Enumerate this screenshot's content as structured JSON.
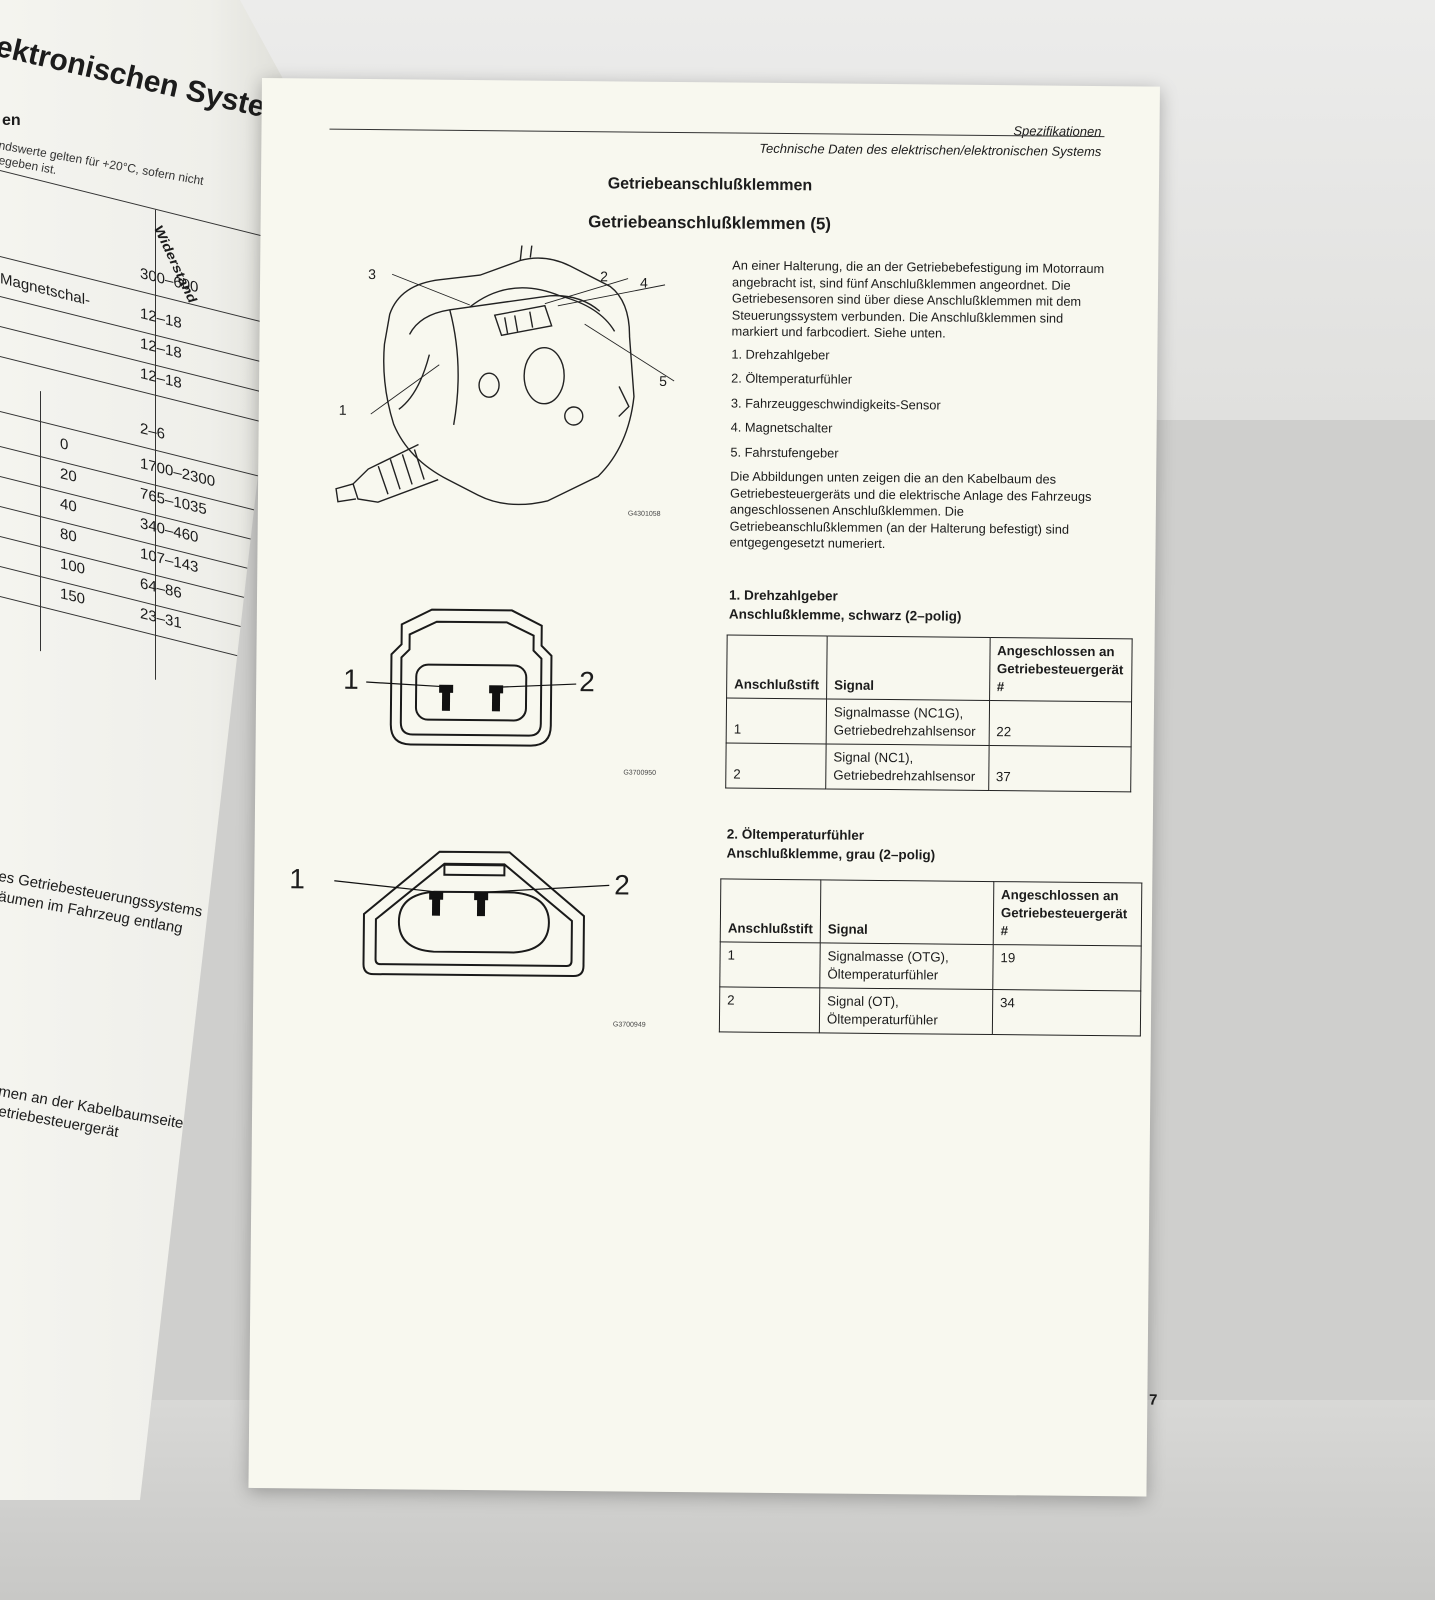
{
  "left_page": {
    "title_fragment": "lektronischen Systems",
    "subtitle_fragment": "en",
    "note_lines": [
      "ndswerte gelten für +20°C, sofern nicht",
      "egeben ist."
    ],
    "table_header": "Widerstand",
    "table_rows": [
      {
        "a": "",
        "b": "300–600"
      },
      {
        "a": "Magnetschal-",
        "b": "12–18"
      },
      {
        "a": "",
        "b": "12–18"
      },
      {
        "a": "",
        "b": "12–18"
      },
      {
        "a": "",
        "b": "2–6"
      },
      {
        "a": "0",
        "b": "1700–2300"
      },
      {
        "a": "20",
        "b": "765–1035"
      },
      {
        "a": "40",
        "b": "340–460"
      },
      {
        "a": "80",
        "b": "107–143"
      },
      {
        "a": "100",
        "b": "64–86"
      },
      {
        "a": "150",
        "b": "23–31"
      }
    ],
    "text_block_1": [
      "es Getriebesteuerungssystems",
      "äumen im Fahrzeug entlang"
    ],
    "text_block_2": [
      "men an der Kabelbaumseite",
      "etriebesteuergerät"
    ]
  },
  "header": {
    "section": "Spezifikationen",
    "subsection": "Technische Daten des elektrischen/elektronischen Systems"
  },
  "main_title": "Getriebeanschlußklemmen",
  "sub_title": "Getriebeanschlußklemmen (5)",
  "figure1": {
    "code": "G4301058",
    "callouts": [
      "1",
      "2",
      "3",
      "4",
      "5"
    ]
  },
  "connector1": {
    "code": "G3700950",
    "pin1": "1",
    "pin2": "2"
  },
  "connector2": {
    "code": "G3700949",
    "pin1": "1",
    "pin2": "2"
  },
  "intro_text": "An einer Halterung, die an der Getriebebefestigung im Motorraum angebracht ist, sind fünf Anschlußklemmen angeordnet. Die Getriebesensoren sind über diese Anschlußklemmen mit dem Steuerungssystem verbunden. Die Anschlußklemmen sind markiert und farbcodiert. Siehe unten.",
  "list": [
    "1. Drehzahlgeber",
    "2. Öltemperaturfühler",
    "3. Fahrzeuggeschwindigkeits-Sensor",
    "4. Magnetschalter",
    "5. Fahrstufengeber"
  ],
  "description_text": "Die Abbildungen unten zeigen die an den Kabelbaum des Getriebesteuergeräts und die elektrische Anlage des Fahrzeugs angeschlossenen Anschlußklemmen. Die Getriebeanschlußklemmen (an der Halterung befestigt) sind entgegengesetzt numeriert.",
  "section1": {
    "title": "1. Drehzahlgeber",
    "subtitle": "Anschlußklemme, schwarz (2–polig)",
    "headers": [
      "Anschlußstift",
      "Signal",
      "Angeschlossen an Getriebesteuergerät #"
    ],
    "rows": [
      [
        "1",
        "Signalmasse (NC1G), Getriebedrehzahlsensor",
        "22"
      ],
      [
        "2",
        "Signal (NC1), Getriebedrehzahlsensor",
        "37"
      ]
    ]
  },
  "section2": {
    "title": "2. Öltemperaturfühler",
    "subtitle": "Anschlußklemme, grau (2–polig)",
    "headers": [
      "Anschlußstift",
      "Signal",
      "Angeschlossen an Getriebesteuergerät #"
    ],
    "rows": [
      [
        "1",
        "Signalmasse (OTG), Öltemperaturfühler",
        "19"
      ],
      [
        "2",
        "Signal (OT), Öltemperaturfühler",
        "34"
      ]
    ]
  },
  "page_number": "7"
}
